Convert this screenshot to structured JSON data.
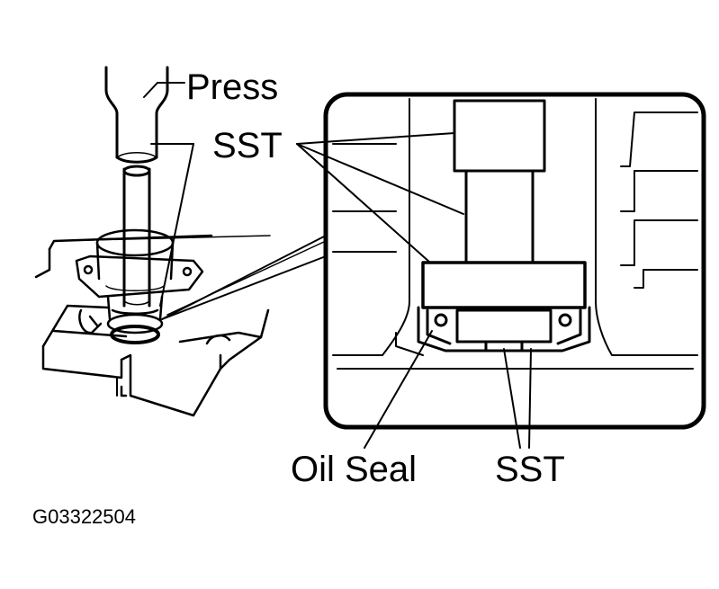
{
  "labels": {
    "press": "Press",
    "sst_top": "SST",
    "oil_seal": "Oil Seal",
    "sst_bottom": "SST",
    "figure_code": "G03322504"
  },
  "colors": {
    "ink": "#000000",
    "paper": "#ffffff"
  }
}
